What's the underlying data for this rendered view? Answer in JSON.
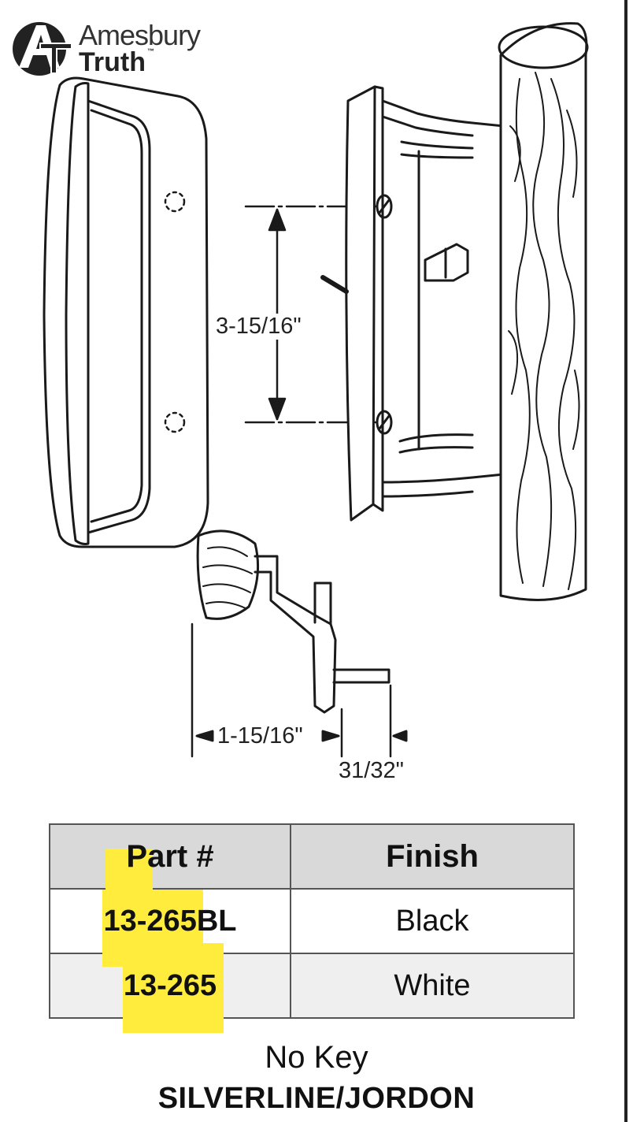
{
  "logo": {
    "line1": "Amesbury",
    "line2": "Truth",
    "tm": "™"
  },
  "dimensions": {
    "height": "3-15/16\"",
    "projection": "1-15/16\"",
    "spindle": "31/32\""
  },
  "table": {
    "headers": [
      "Part #",
      "Finish"
    ],
    "rows": [
      {
        "part": "13-265BL",
        "finish": "Black"
      },
      {
        "part": "13-265",
        "finish": "White"
      }
    ]
  },
  "note": "No Key",
  "brand": "SILVERLINE/JORDON",
  "colors": {
    "highlight": "#ffec3d",
    "header_bg": "#d9d9d9",
    "row_alt_bg": "#efefef"
  }
}
